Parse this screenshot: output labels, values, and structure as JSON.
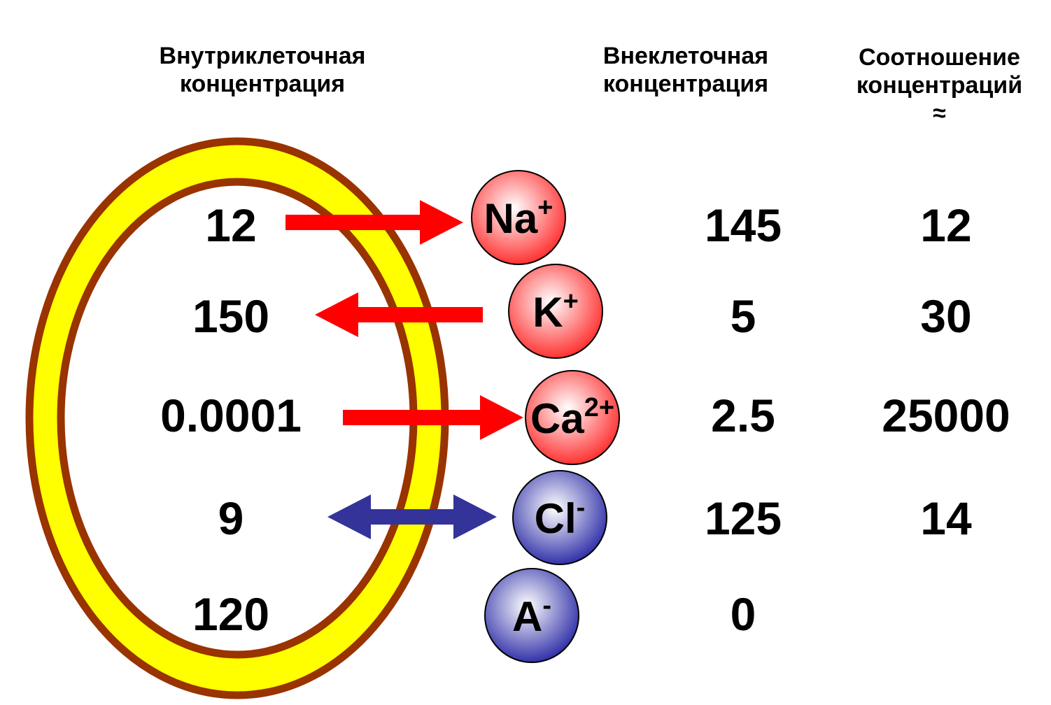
{
  "headers": {
    "intracellular": [
      "Внутриклеточная",
      "концентрация"
    ],
    "extracellular": [
      "Внеклеточная",
      "концентрация"
    ],
    "ratio": [
      "Соотношение",
      "концентраций",
      "≈"
    ]
  },
  "colors": {
    "membrane_fill": "#FFFF00",
    "membrane_border": "#993300",
    "cation": "#FF3333",
    "anion": "#3333AA",
    "arrow_red": "#FF0000",
    "arrow_blue": "#333399"
  },
  "rows": [
    {
      "ion": "Na",
      "charge": "+",
      "type": "cation",
      "intracellular": "12",
      "extracellular": "145",
      "ratio": "12",
      "transport": "out"
    },
    {
      "ion": "K",
      "charge": "+",
      "type": "cation",
      "intracellular": "150",
      "extracellular": "5",
      "ratio": "30",
      "transport": "in"
    },
    {
      "ion": "Ca",
      "charge": "2+",
      "type": "cation",
      "intracellular": "0.0001",
      "extracellular": "2.5",
      "ratio": "25000",
      "transport": "out"
    },
    {
      "ion": "Cl",
      "charge": "-",
      "type": "anion",
      "intracellular": "9",
      "extracellular": "125",
      "ratio": "14",
      "transport": "both"
    },
    {
      "ion": "A",
      "charge": "-",
      "type": "anion",
      "intracellular": "120",
      "extracellular": "0",
      "ratio": "",
      "transport": "none"
    }
  ]
}
